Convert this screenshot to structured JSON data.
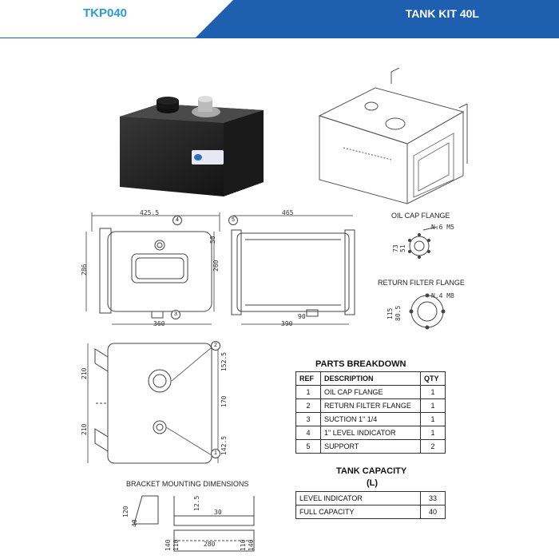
{
  "header": {
    "code": "TKP040",
    "title": "TANK KIT 40L",
    "accent": "#1f5fb0",
    "code_color": "#2a9ad8"
  },
  "labels": {
    "oil_cap_flange": "OIL CAP FLANGE",
    "oil_cap_note": "N.6 M5",
    "oil_cap_d1": "73",
    "oil_cap_d2": "51",
    "return_filter_flange": "RETURN FILTER FLANGE",
    "return_note": "N.4 M8",
    "return_d1": "115",
    "return_d2": "80.5",
    "bracket_mounting": "BRACKET MOUNTING DIMENSIONS"
  },
  "front_view": {
    "width_top": "425.5",
    "height": "286",
    "inner_h": "260",
    "top_offset": "50",
    "width_bottom": "360",
    "callout_a": "4",
    "callout_b": "3"
  },
  "side_view": {
    "width_top": "465",
    "width_bottom": "390",
    "port_offset": "90",
    "callout": "5"
  },
  "top_view": {
    "left_a": "210",
    "left_b": "210",
    "right_a": "152.5",
    "right_b": "170",
    "right_c": "142.5",
    "callout_a": "2",
    "callout_b": "1"
  },
  "bracket": {
    "h1": "120",
    "h2": "40",
    "d1": "12.5",
    "d2": "30",
    "b1": "110",
    "b2": "140",
    "b3": "280",
    "b4": "110",
    "b5": "140"
  },
  "parts": {
    "title": "PARTS BREAKDOWN",
    "headers": {
      "ref": "REF",
      "desc": "DESCRIPTION",
      "qty": "QTY"
    },
    "rows": [
      {
        "ref": "1",
        "desc": "OIL CAP FLANGE",
        "qty": "1"
      },
      {
        "ref": "2",
        "desc": "RETURN FILTER FLANGE",
        "qty": "1"
      },
      {
        "ref": "3",
        "desc": "SUCTION 1\" 1/4",
        "qty": "1"
      },
      {
        "ref": "4",
        "desc": "1\" LEVEL INDICATOR",
        "qty": "1"
      },
      {
        "ref": "5",
        "desc": "SUPPORT",
        "qty": "2"
      }
    ]
  },
  "capacity": {
    "title": "TANK CAPACITY",
    "unit": "(L)",
    "rows": [
      {
        "label": "LEVEL INDICATOR",
        "value": "33"
      },
      {
        "label": "FULL CAPACITY",
        "value": "40"
      }
    ]
  }
}
